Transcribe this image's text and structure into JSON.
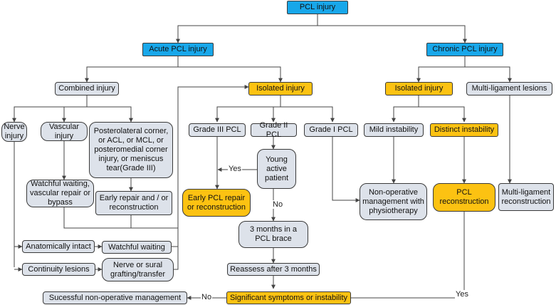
{
  "colors": {
    "root": "#18a7ea",
    "highlight": "#fcc212",
    "neutral": "#dde2ea",
    "line": "#444444"
  },
  "nodes": {
    "pcl_injury": "PCL injury",
    "acute": "Acute PCL injury",
    "chronic": "Chronic PCL injury",
    "combined": "Combined injury",
    "isolated_acute": "Isolated injury",
    "isolated_chronic": "Isolated injury",
    "multi_ligament_lesions": "Multi-ligament lesions",
    "nerve_injury": "Nerve injury",
    "vascular_injury": "Vascular injury",
    "posterolateral": "Posterolateral corner, or ACL, or MCL, or posteromedial corner injury, or meniscus tear(Grade III)",
    "grade3": "Grade III PCL",
    "grade2": "Grade II PCL",
    "grade1": "Grade I PCL",
    "mild_instability": "Mild instability",
    "distinct_instability": "Distinct instability",
    "watchful_vascular": "Watchful waiting, vascular repair or bypass",
    "early_repair": "Early repair and / or reconstruction",
    "young_active": "Young active patient",
    "early_pcl_repair": "Early PCL repair or reconstruction",
    "non_operative_physio": "Non-operative management with physiotherapy",
    "pcl_reconstruction": "PCL reconstruction",
    "multi_ligament_reconstruction": "Multi-ligament reconstruction",
    "anatomically_intact": "Anatomically intact",
    "watchful_waiting": "Watchful waiting",
    "continuity_lesions": "Continuity lesions",
    "nerve_grafting": "Nerve or sural grafting/transfer",
    "three_months_brace": "3 months in a PCL brace",
    "reassess": "Reassess after 3 months",
    "significant_symptoms": "Significant symptoms or instability",
    "successful_nonop": "Sucessful non-operative management"
  },
  "edge_labels": {
    "yes_young": "Yes",
    "no_young": "No",
    "no_final": "No",
    "yes_final": "Yes"
  }
}
